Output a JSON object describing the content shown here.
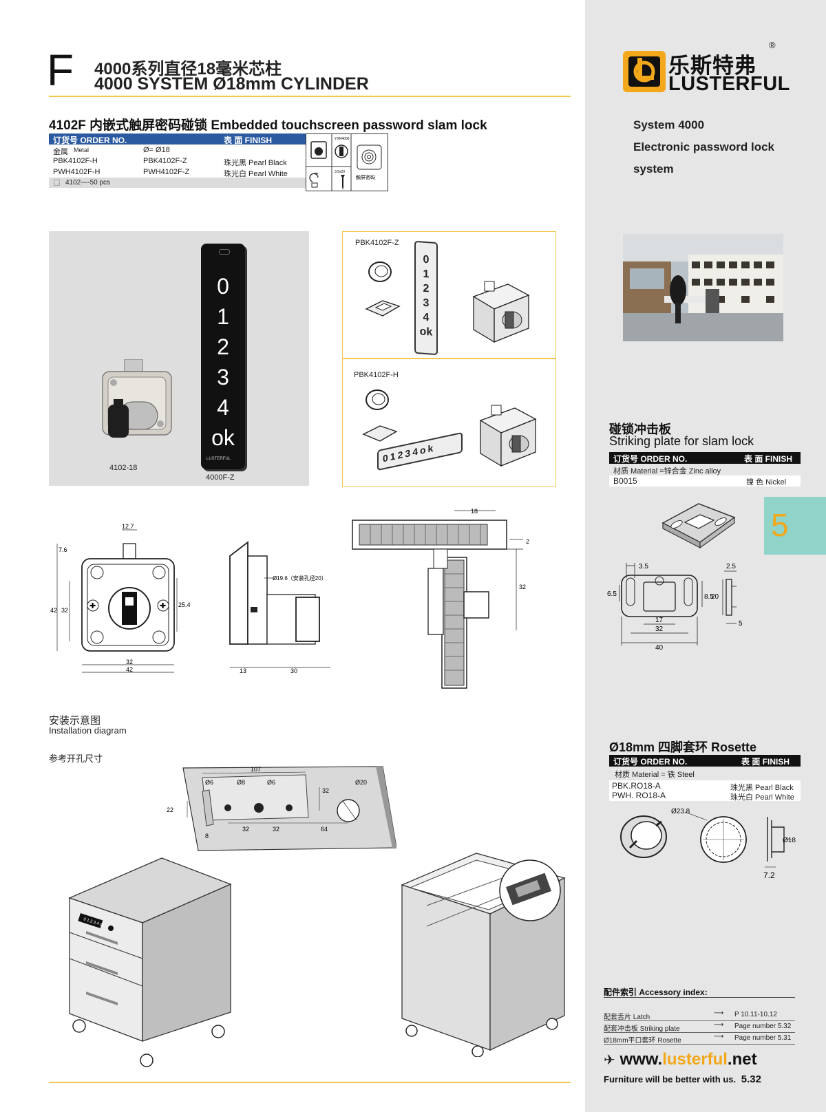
{
  "header": {
    "letter": "F",
    "title_cn": "4000系列直径18毫米芯柱",
    "title_en": "4000 SYSTEM Ø18mm CYLINDER"
  },
  "product": {
    "title": "4102F 内嵌式触屏密码碰锁 Embedded touchscreen password slam lock",
    "table_header": {
      "order": "订货号 ORDER NO.",
      "finish": "表 面 FINISH"
    },
    "material_row": {
      "label": "金属",
      "label_en": "Metal",
      "dia": "Ø=  Ø18"
    },
    "rows": [
      {
        "code": "PBK4102F-H",
        "code2": "PBK4102F-Z",
        "finish": "珠光黑 Pearl Black"
      },
      {
        "code": "PWH4102F-H",
        "code2": "PWH4102F-Z",
        "finish": "珠光白 Pearl White"
      }
    ],
    "pack": "4102----50 pcs",
    "icon_labels": {
      "yxn": "YXN4000",
      "screw": "3.5x20",
      "touch": "触屏密码"
    }
  },
  "photo": {
    "keypad_keys": [
      "0",
      "1",
      "2",
      "3",
      "4",
      "ok"
    ],
    "brand_small": "LUSTERFUL",
    "label_lock": "4102-18",
    "label_keypad": "4000F-Z"
  },
  "exploded": {
    "z_label": "PBK4102F-Z",
    "h_label": "PBK4102F-H",
    "z_keys": [
      "0",
      "1",
      "2",
      "3",
      "4",
      "ok"
    ],
    "h_keys": [
      "0",
      "1",
      "2",
      "3",
      "4",
      "ok"
    ]
  },
  "dimensions": {
    "d127": "12.7",
    "d76": "7.6",
    "d254": "25.4",
    "d42": "42",
    "d32v": "32",
    "d32h": "32",
    "d42h": "42",
    "d196": "Ø19.6（安装孔径20）",
    "d13": "13",
    "d30": "30",
    "d18": "18",
    "d2": "2",
    "d32r": "32"
  },
  "install": {
    "title_cn": "安装示意图",
    "title_en": "Installation diagram",
    "hole_title": "参考开孔尺寸",
    "d107": "107",
    "d6a": "Ø6",
    "d8": "Ø8",
    "d6b": "Ø6",
    "d20": "Ø20",
    "d32v": "32",
    "d22": "22",
    "d8b": "8",
    "d32a": "32",
    "d32b": "32",
    "d64": "64",
    "cabinet_keys": "0 1 2 3 4 ok"
  },
  "sidebar": {
    "brand_cn": "乐斯特弗",
    "brand_en": "LUSTERFUL",
    "reg": "®",
    "system_lines": [
      "System 4000",
      "Electronic password lock",
      "system"
    ],
    "tab_number": "5"
  },
  "striking": {
    "title_cn": "碰锁冲击板",
    "title_en": "Striking plate for slam lock",
    "header_order": "订货号 ORDER NO.",
    "header_finish": "表 面 FINISH",
    "material": "材质 Material =锌合金 Zinc alloy",
    "code": "B0015",
    "finish": "镍 色 Nickel",
    "dims": {
      "d35": "3.5",
      "d65": "6.5",
      "d17": "17",
      "d32": "32",
      "d40": "40",
      "d85": "8.5",
      "d25": "2.5",
      "d20": "20",
      "d5": "5"
    }
  },
  "rosette": {
    "title": "Ø18mm 四脚套环 Rosette",
    "header_order": "订货号 ORDER NO.",
    "header_finish": "表 面 FINISH",
    "material": "材质  Material =   铁 Steel",
    "rows": [
      {
        "code": "PBK.RO18-A",
        "finish": "珠光黑 Pearl Black"
      },
      {
        "code": "PWH. RO18-A",
        "finish": "珠光白 Pearl White"
      }
    ],
    "dims": {
      "d238": "Ø23.8",
      "d18": "Ø18",
      "d72": "7.2"
    }
  },
  "accessory": {
    "title": "配件索引 Accessory index:",
    "rows": [
      {
        "name": "配套舌片 Latch",
        "page": "P 10.11-10.12"
      },
      {
        "name": "配套冲击板 Striking plate",
        "page": "Page number 5.32"
      },
      {
        "name": "Ø18mm平口套环 Rosette",
        "page": "Page number 5.31"
      }
    ]
  },
  "footer": {
    "web_pre": "www.",
    "web_mid": "lusterful",
    "web_post": ".net",
    "slogan": "Furniture will be better with us.",
    "page": "5.32"
  },
  "colors": {
    "gold": "#f3c54b",
    "brand_orange": "#f2a81a",
    "tab": "#8fd3c9",
    "table_blue": "#2c5aa0"
  }
}
